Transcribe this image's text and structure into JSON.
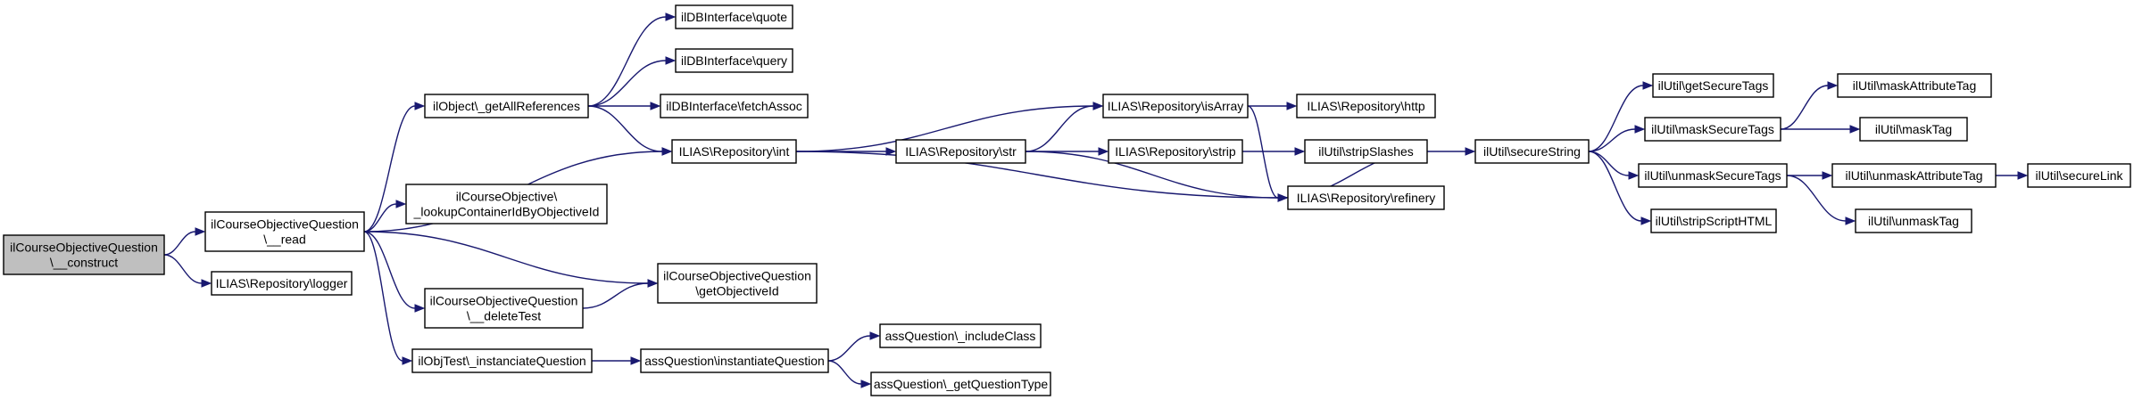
{
  "colors": {
    "edge": "#191970",
    "root_fill": "#bfbfbf",
    "node_fill": "#ffffff",
    "border": "#000000"
  },
  "nodes": [
    {
      "id": "construct",
      "lines": [
        "ilCourseObjectiveQuestion",
        "\\__construct"
      ],
      "root": true
    },
    {
      "id": "read",
      "lines": [
        "ilCourseObjectiveQuestion",
        "\\__read"
      ]
    },
    {
      "id": "logger",
      "lines": [
        "ILIAS\\Repository\\logger"
      ]
    },
    {
      "id": "getAllRefs",
      "lines": [
        "ilObject\\_getAllReferences"
      ]
    },
    {
      "id": "lookupContainer",
      "lines": [
        "ilCourseObjective\\",
        "_lookupContainerIdByObjectiveId"
      ]
    },
    {
      "id": "deleteTest",
      "lines": [
        "ilCourseObjectiveQuestion",
        "\\__deleteTest"
      ]
    },
    {
      "id": "instQuestion",
      "lines": [
        "ilObjTest\\_instanciateQuestion"
      ]
    },
    {
      "id": "dbQuote",
      "lines": [
        "ilDBInterface\\quote"
      ]
    },
    {
      "id": "dbQuery",
      "lines": [
        "ilDBInterface\\query"
      ]
    },
    {
      "id": "dbFetch",
      "lines": [
        "ilDBInterface\\fetchAssoc"
      ]
    },
    {
      "id": "repoInt",
      "lines": [
        "ILIAS\\Repository\\int"
      ]
    },
    {
      "id": "getObjId",
      "lines": [
        "ilCourseObjectiveQuestion",
        "\\getObjectiveId"
      ]
    },
    {
      "id": "assInst",
      "lines": [
        "assQuestion\\instantiateQuestion"
      ]
    },
    {
      "id": "repoStr",
      "lines": [
        "ILIAS\\Repository\\str"
      ]
    },
    {
      "id": "includeClass",
      "lines": [
        "assQuestion\\_includeClass"
      ]
    },
    {
      "id": "getQType",
      "lines": [
        "assQuestion\\_getQuestionType"
      ]
    },
    {
      "id": "isArray",
      "lines": [
        "ILIAS\\Repository\\isArray"
      ]
    },
    {
      "id": "repoStrip",
      "lines": [
        "ILIAS\\Repository\\strip"
      ]
    },
    {
      "id": "refinery",
      "lines": [
        "ILIAS\\Repository\\refinery"
      ]
    },
    {
      "id": "http",
      "lines": [
        "ILIAS\\Repository\\http"
      ]
    },
    {
      "id": "stripSlashes",
      "lines": [
        "ilUtil\\stripSlashes"
      ]
    },
    {
      "id": "secureString",
      "lines": [
        "ilUtil\\secureString"
      ]
    },
    {
      "id": "getSecureTags",
      "lines": [
        "ilUtil\\getSecureTags"
      ]
    },
    {
      "id": "maskSecureTags",
      "lines": [
        "ilUtil\\maskSecureTags"
      ]
    },
    {
      "id": "unmaskSecureTags",
      "lines": [
        "ilUtil\\unmaskSecureTags"
      ]
    },
    {
      "id": "stripScriptHTML",
      "lines": [
        "ilUtil\\stripScriptHTML"
      ]
    },
    {
      "id": "maskAttrTag",
      "lines": [
        "ilUtil\\maskAttributeTag"
      ]
    },
    {
      "id": "maskTag",
      "lines": [
        "ilUtil\\maskTag"
      ]
    },
    {
      "id": "unmaskAttrTag",
      "lines": [
        "ilUtil\\unmaskAttributeTag"
      ]
    },
    {
      "id": "unmaskTag",
      "lines": [
        "ilUtil\\unmaskTag"
      ]
    },
    {
      "id": "secureLink",
      "lines": [
        "ilUtil\\secureLink"
      ]
    }
  ],
  "edges": [
    [
      "construct",
      "read"
    ],
    [
      "construct",
      "logger"
    ],
    [
      "read",
      "getAllRefs"
    ],
    [
      "read",
      "repoInt"
    ],
    [
      "read",
      "lookupContainer"
    ],
    [
      "read",
      "getObjId"
    ],
    [
      "read",
      "deleteTest"
    ],
    [
      "read",
      "instQuestion"
    ],
    [
      "getAllRefs",
      "dbQuote"
    ],
    [
      "getAllRefs",
      "dbQuery"
    ],
    [
      "getAllRefs",
      "dbFetch"
    ],
    [
      "getAllRefs",
      "repoInt"
    ],
    [
      "deleteTest",
      "getObjId"
    ],
    [
      "instQuestion",
      "assInst"
    ],
    [
      "assInst",
      "includeClass"
    ],
    [
      "assInst",
      "getQType"
    ],
    [
      "repoInt",
      "isArray"
    ],
    [
      "repoInt",
      "repoStr"
    ],
    [
      "repoInt",
      "refinery"
    ],
    [
      "repoStr",
      "isArray"
    ],
    [
      "repoStr",
      "repoStrip"
    ],
    [
      "repoStr",
      "refinery"
    ],
    [
      "isArray",
      "http"
    ],
    [
      "isArray",
      "refinery"
    ],
    [
      "repoStrip",
      "stripSlashes"
    ],
    [
      "stripSlashes",
      "refinery"
    ],
    [
      "stripSlashes",
      "secureString"
    ],
    [
      "secureString",
      "getSecureTags"
    ],
    [
      "secureString",
      "maskSecureTags"
    ],
    [
      "secureString",
      "unmaskSecureTags"
    ],
    [
      "secureString",
      "stripScriptHTML"
    ],
    [
      "maskSecureTags",
      "maskAttrTag"
    ],
    [
      "maskSecureTags",
      "maskTag"
    ],
    [
      "unmaskSecureTags",
      "unmaskAttrTag"
    ],
    [
      "unmaskSecureTags",
      "unmaskTag"
    ],
    [
      "unmaskAttrTag",
      "secureLink"
    ]
  ]
}
